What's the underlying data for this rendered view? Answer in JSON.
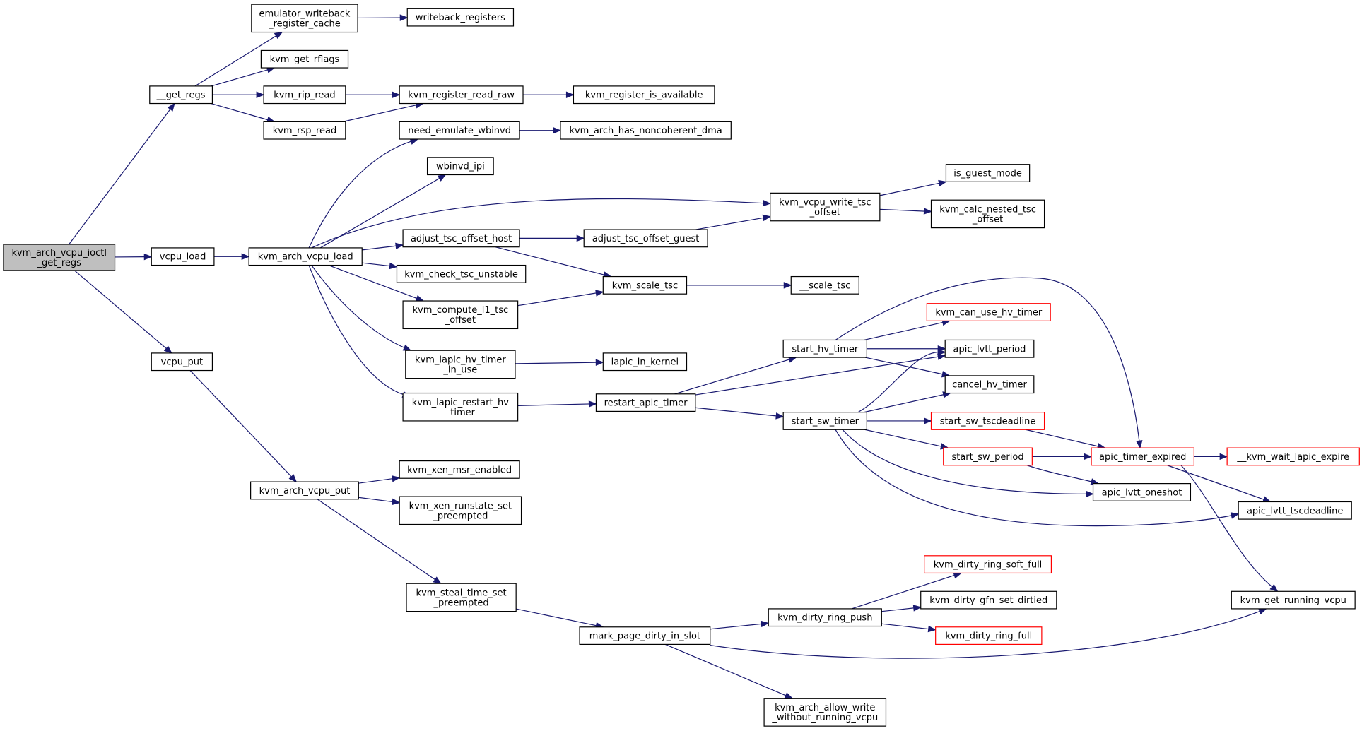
{
  "colors": {
    "edge": "#191970",
    "box_border": "#000000",
    "truncated_border": "#ff0000",
    "root_fill": "#bfbfbf",
    "box_fill": "#ffffff"
  },
  "nodes": [
    {
      "id": "n_root",
      "lines": [
        "kvm_arch_vcpu_ioctl",
        "_get_regs"
      ],
      "style": "root"
    },
    {
      "id": "n_get_regs",
      "lines": [
        "__get_regs"
      ]
    },
    {
      "id": "n_vcpu_load",
      "lines": [
        "vcpu_load"
      ]
    },
    {
      "id": "n_vcpu_put",
      "lines": [
        "vcpu_put"
      ]
    },
    {
      "id": "n_emul_wb",
      "lines": [
        "emulator_writeback",
        "_register_cache"
      ]
    },
    {
      "id": "n_wb_regs",
      "lines": [
        "writeback_registers"
      ]
    },
    {
      "id": "n_get_rflags",
      "lines": [
        "kvm_get_rflags"
      ]
    },
    {
      "id": "n_rip_read",
      "lines": [
        "kvm_rip_read"
      ]
    },
    {
      "id": "n_rsp_read",
      "lines": [
        "kvm_rsp_read"
      ]
    },
    {
      "id": "n_reg_read_raw",
      "lines": [
        "kvm_register_read_raw"
      ]
    },
    {
      "id": "n_reg_avail",
      "lines": [
        "kvm_register_is_available"
      ]
    },
    {
      "id": "n_arch_load",
      "lines": [
        "kvm_arch_vcpu_load"
      ]
    },
    {
      "id": "n_need_wbinvd",
      "lines": [
        "need_emulate_wbinvd"
      ]
    },
    {
      "id": "n_noncoh",
      "lines": [
        "kvm_arch_has_noncoherent_dma"
      ]
    },
    {
      "id": "n_wbinvd_ipi",
      "lines": [
        "wbinvd_ipi"
      ]
    },
    {
      "id": "n_write_tsc",
      "lines": [
        "kvm_vcpu_write_tsc",
        "_offset"
      ]
    },
    {
      "id": "n_is_guest",
      "lines": [
        "is_guest_mode"
      ]
    },
    {
      "id": "n_calc_nested",
      "lines": [
        "kvm_calc_nested_tsc",
        "_offset"
      ]
    },
    {
      "id": "n_adj_host",
      "lines": [
        "adjust_tsc_offset_host"
      ]
    },
    {
      "id": "n_adj_guest",
      "lines": [
        "adjust_tsc_offset_guest"
      ]
    },
    {
      "id": "n_check_tsc",
      "lines": [
        "kvm_check_tsc_unstable"
      ]
    },
    {
      "id": "n_scale_tsc",
      "lines": [
        "kvm_scale_tsc"
      ]
    },
    {
      "id": "n__scale_tsc",
      "lines": [
        "__scale_tsc"
      ]
    },
    {
      "id": "n_compute_l1",
      "lines": [
        "kvm_compute_l1_tsc",
        "_offset"
      ]
    },
    {
      "id": "n_can_use_hv",
      "lines": [
        "kvm_can_use_hv_timer"
      ],
      "style": "truncated"
    },
    {
      "id": "n_start_hv",
      "lines": [
        "start_hv_timer"
      ]
    },
    {
      "id": "n_lvtt_period",
      "lines": [
        "apic_lvtt_period"
      ]
    },
    {
      "id": "n_lapic_hv_inuse",
      "lines": [
        "kvm_lapic_hv_timer",
        "_in_use"
      ]
    },
    {
      "id": "n_lapic_in_kernel",
      "lines": [
        "lapic_in_kernel"
      ]
    },
    {
      "id": "n_cancel_hv",
      "lines": [
        "cancel_hv_timer"
      ]
    },
    {
      "id": "n_lapic_restart",
      "lines": [
        "kvm_lapic_restart_hv",
        "_timer"
      ]
    },
    {
      "id": "n_restart_apic",
      "lines": [
        "restart_apic_timer"
      ]
    },
    {
      "id": "n_start_sw",
      "lines": [
        "start_sw_timer"
      ]
    },
    {
      "id": "n_start_sw_tscd",
      "lines": [
        "start_sw_tscdeadline"
      ],
      "style": "truncated"
    },
    {
      "id": "n_start_sw_period",
      "lines": [
        "start_sw_period"
      ],
      "style": "truncated"
    },
    {
      "id": "n_timer_expired",
      "lines": [
        "apic_timer_expired"
      ],
      "style": "truncated"
    },
    {
      "id": "n_wait_lapic",
      "lines": [
        "__kvm_wait_lapic_expire"
      ],
      "style": "truncated"
    },
    {
      "id": "n_lvtt_oneshot",
      "lines": [
        "apic_lvtt_oneshot"
      ]
    },
    {
      "id": "n_lvtt_tscd",
      "lines": [
        "apic_lvtt_tscdeadline"
      ]
    },
    {
      "id": "n_arch_put",
      "lines": [
        "kvm_arch_vcpu_put"
      ]
    },
    {
      "id": "n_xen_msr",
      "lines": [
        "kvm_xen_msr_enabled"
      ]
    },
    {
      "id": "n_xen_runstate",
      "lines": [
        "kvm_xen_runstate_set",
        "_preempted"
      ]
    },
    {
      "id": "n_steal_time",
      "lines": [
        "kvm_steal_time_set",
        "_preempted"
      ]
    },
    {
      "id": "n_mark_dirty",
      "lines": [
        "mark_page_dirty_in_slot"
      ]
    },
    {
      "id": "n_ring_push",
      "lines": [
        "kvm_dirty_ring_push"
      ]
    },
    {
      "id": "n_ring_soft",
      "lines": [
        "kvm_dirty_ring_soft_full"
      ],
      "style": "truncated"
    },
    {
      "id": "n_gfn_dirtied",
      "lines": [
        "kvm_dirty_gfn_set_dirtied"
      ]
    },
    {
      "id": "n_ring_full",
      "lines": [
        "kvm_dirty_ring_full"
      ],
      "style": "truncated"
    },
    {
      "id": "n_running_vcpu",
      "lines": [
        "kvm_get_running_vcpu"
      ]
    },
    {
      "id": "n_allow_write",
      "lines": [
        "kvm_arch_allow_write",
        "_without_running_vcpu"
      ]
    }
  ],
  "edges": [
    {
      "from": "n_root",
      "to": "n_get_regs"
    },
    {
      "from": "n_root",
      "to": "n_vcpu_load"
    },
    {
      "from": "n_root",
      "to": "n_vcpu_put"
    },
    {
      "from": "n_get_regs",
      "to": "n_emul_wb"
    },
    {
      "from": "n_get_regs",
      "to": "n_get_rflags"
    },
    {
      "from": "n_get_regs",
      "to": "n_rip_read"
    },
    {
      "from": "n_get_regs",
      "to": "n_rsp_read"
    },
    {
      "from": "n_emul_wb",
      "to": "n_wb_regs"
    },
    {
      "from": "n_rip_read",
      "to": "n_reg_read_raw"
    },
    {
      "from": "n_rsp_read",
      "to": "n_reg_read_raw"
    },
    {
      "from": "n_reg_read_raw",
      "to": "n_reg_avail"
    },
    {
      "from": "n_vcpu_load",
      "to": "n_arch_load"
    },
    {
      "from": "n_arch_load",
      "to": "n_need_wbinvd"
    },
    {
      "from": "n_arch_load",
      "to": "n_wbinvd_ipi"
    },
    {
      "from": "n_arch_load",
      "to": "n_write_tsc"
    },
    {
      "from": "n_arch_load",
      "to": "n_adj_host"
    },
    {
      "from": "n_arch_load",
      "to": "n_check_tsc"
    },
    {
      "from": "n_arch_load",
      "to": "n_compute_l1"
    },
    {
      "from": "n_arch_load",
      "to": "n_lapic_hv_inuse"
    },
    {
      "from": "n_arch_load",
      "to": "n_lapic_restart"
    },
    {
      "from": "n_need_wbinvd",
      "to": "n_noncoh"
    },
    {
      "from": "n_write_tsc",
      "to": "n_is_guest"
    },
    {
      "from": "n_write_tsc",
      "to": "n_calc_nested"
    },
    {
      "from": "n_adj_host",
      "to": "n_adj_guest"
    },
    {
      "from": "n_adj_host",
      "to": "n_scale_tsc"
    },
    {
      "from": "n_adj_guest",
      "to": "n_write_tsc"
    },
    {
      "from": "n_compute_l1",
      "to": "n_scale_tsc"
    },
    {
      "from": "n_scale_tsc",
      "to": "n__scale_tsc"
    },
    {
      "from": "n_lapic_hv_inuse",
      "to": "n_lapic_in_kernel"
    },
    {
      "from": "n_lapic_restart",
      "to": "n_restart_apic"
    },
    {
      "from": "n_restart_apic",
      "to": "n_start_hv"
    },
    {
      "from": "n_restart_apic",
      "to": "n_lvtt_period"
    },
    {
      "from": "n_restart_apic",
      "to": "n_start_sw"
    },
    {
      "from": "n_start_hv",
      "to": "n_can_use_hv"
    },
    {
      "from": "n_start_hv",
      "to": "n_lvtt_period"
    },
    {
      "from": "n_start_hv",
      "to": "n_cancel_hv"
    },
    {
      "from": "n_start_hv",
      "to": "n_timer_expired"
    },
    {
      "from": "n_start_sw",
      "to": "n_lvtt_period"
    },
    {
      "from": "n_start_sw",
      "to": "n_cancel_hv"
    },
    {
      "from": "n_start_sw",
      "to": "n_start_sw_tscd"
    },
    {
      "from": "n_start_sw",
      "to": "n_start_sw_period"
    },
    {
      "from": "n_start_sw",
      "to": "n_lvtt_oneshot"
    },
    {
      "from": "n_start_sw",
      "to": "n_lvtt_tscd"
    },
    {
      "from": "n_start_sw_tscd",
      "to": "n_timer_expired"
    },
    {
      "from": "n_start_sw_period",
      "to": "n_timer_expired"
    },
    {
      "from": "n_start_sw_period",
      "to": "n_lvtt_oneshot"
    },
    {
      "from": "n_timer_expired",
      "to": "n_wait_lapic"
    },
    {
      "from": "n_timer_expired",
      "to": "n_lvtt_tscd"
    },
    {
      "from": "n_timer_expired",
      "to": "n_running_vcpu"
    },
    {
      "from": "n_vcpu_put",
      "to": "n_arch_put"
    },
    {
      "from": "n_arch_put",
      "to": "n_xen_msr"
    },
    {
      "from": "n_arch_put",
      "to": "n_xen_runstate"
    },
    {
      "from": "n_arch_put",
      "to": "n_steal_time"
    },
    {
      "from": "n_steal_time",
      "to": "n_mark_dirty"
    },
    {
      "from": "n_mark_dirty",
      "to": "n_ring_push"
    },
    {
      "from": "n_mark_dirty",
      "to": "n_running_vcpu"
    },
    {
      "from": "n_mark_dirty",
      "to": "n_allow_write"
    },
    {
      "from": "n_ring_push",
      "to": "n_ring_soft"
    },
    {
      "from": "n_ring_push",
      "to": "n_gfn_dirtied"
    },
    {
      "from": "n_ring_push",
      "to": "n_ring_full"
    }
  ]
}
